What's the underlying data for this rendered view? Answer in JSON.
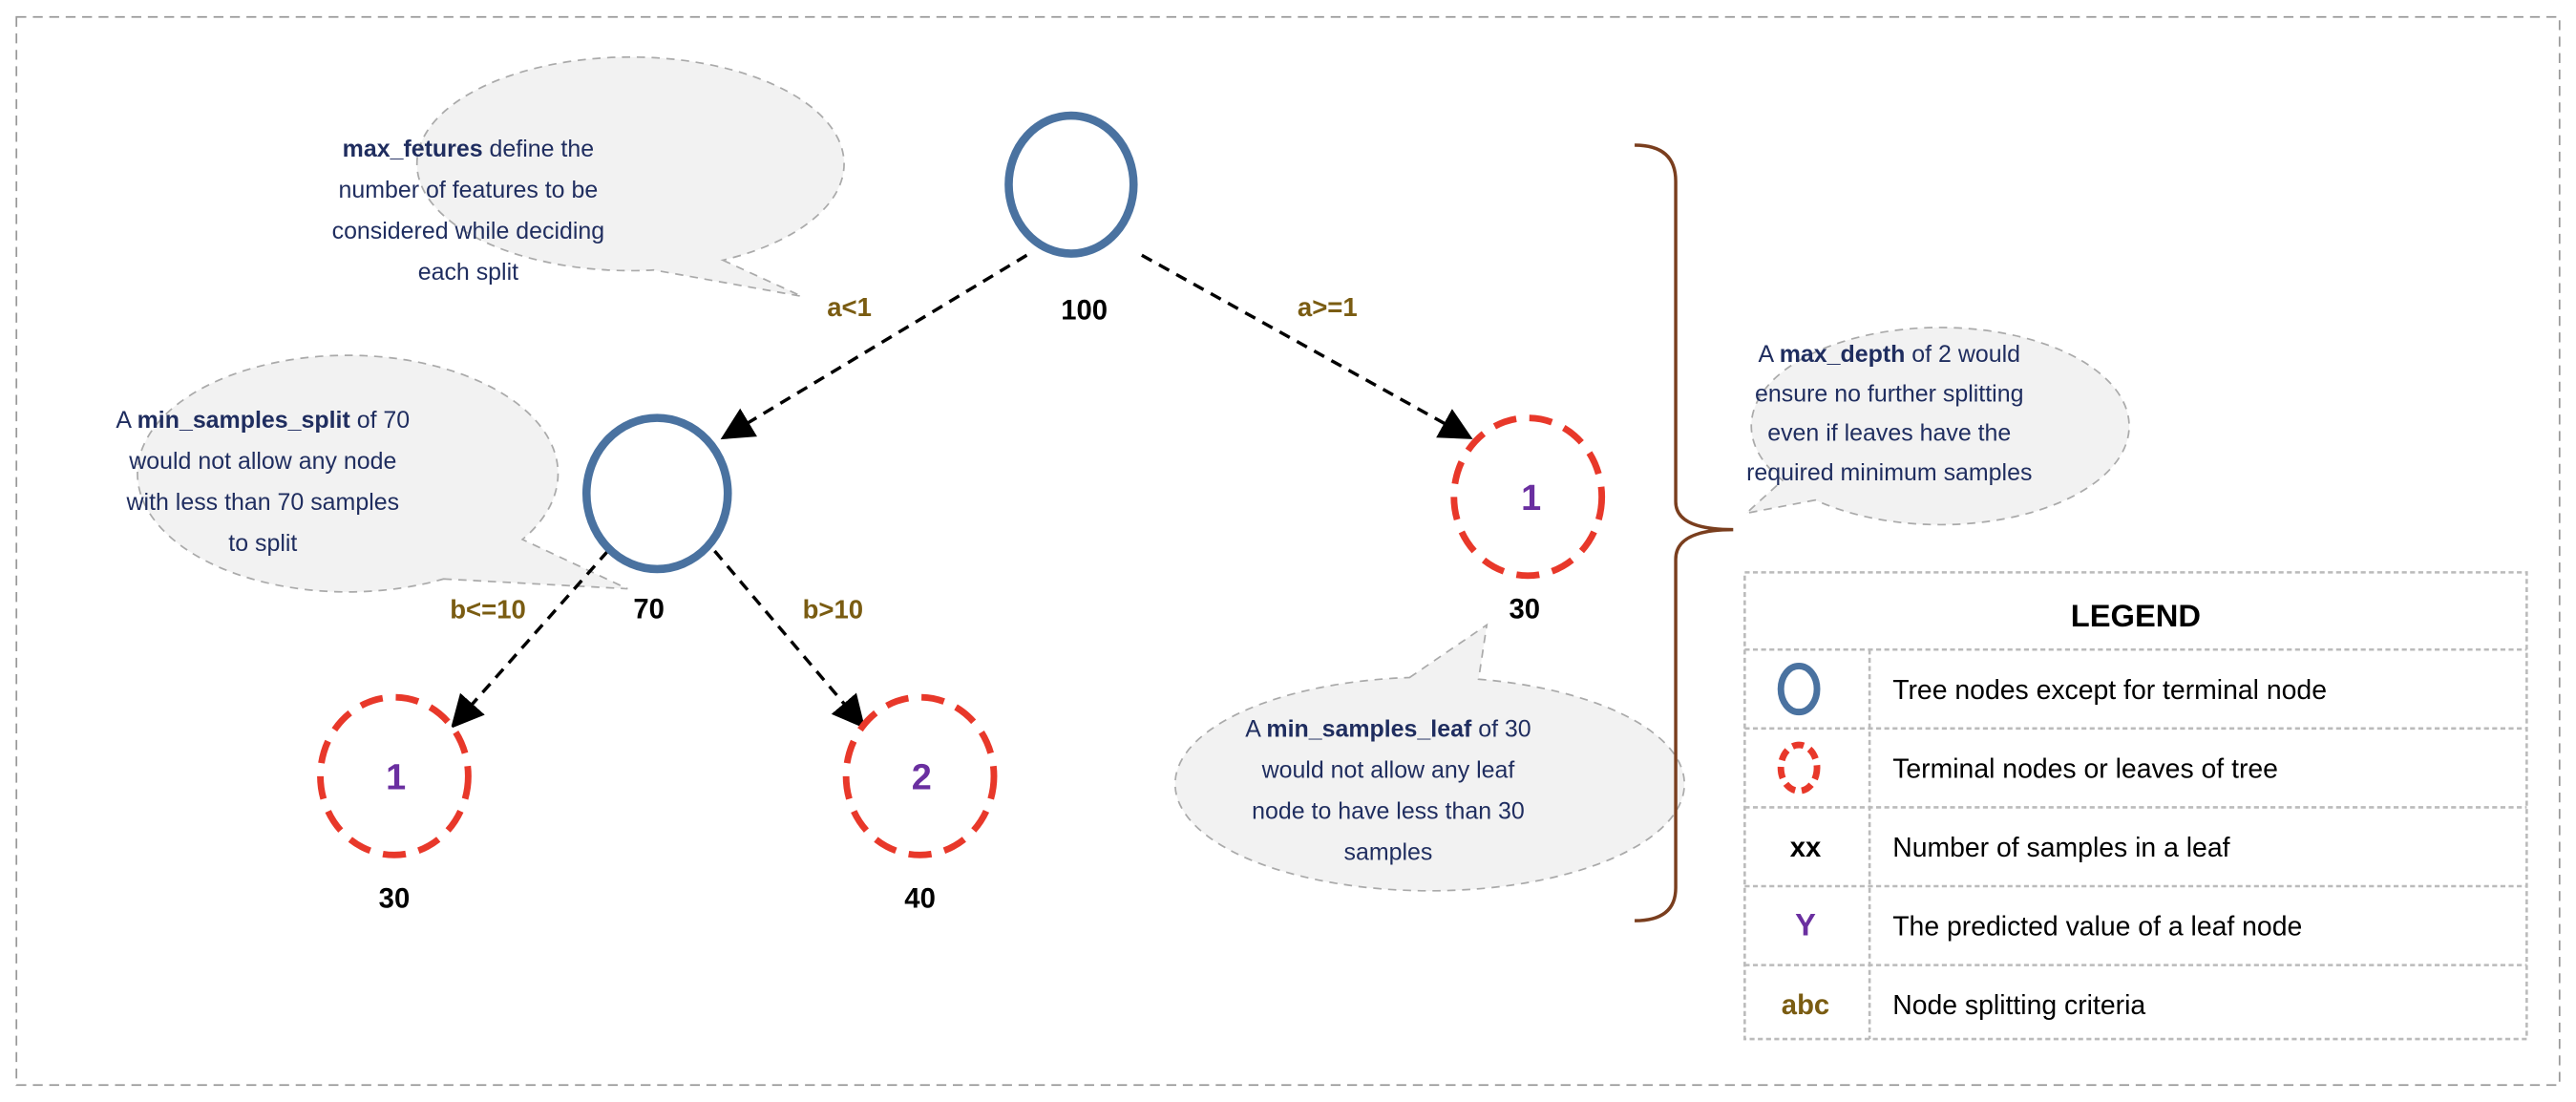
{
  "tree": {
    "root": {
      "samples": "100"
    },
    "left": {
      "samples": "70"
    },
    "right_leaf": {
      "prediction": "1",
      "samples": "30"
    },
    "left_left_leaf": {
      "prediction": "1",
      "samples": "30"
    },
    "left_right_leaf": {
      "prediction": "2",
      "samples": "40"
    },
    "criteria": {
      "root_left": "a<1",
      "root_right": "a>=1",
      "left_left": "b<=10",
      "left_right": "b>10"
    }
  },
  "callouts": {
    "max_features": {
      "bold": "max_fetures",
      "rest": " define the",
      "lines": [
        "number of features to be",
        "considered while deciding",
        "each split"
      ]
    },
    "min_samples_split": {
      "pre": "A ",
      "bold": "min_samples_split",
      "rest": " of 70",
      "lines": [
        "would not allow any node",
        "with less than 70 samples",
        "to split"
      ]
    },
    "min_samples_leaf": {
      "pre": "A ",
      "bold": "min_samples_leaf",
      "rest": " of 30",
      "lines": [
        "would not allow any leaf",
        "node to have less than 30",
        "samples"
      ]
    },
    "max_depth": {
      "pre": "A ",
      "bold": "max_depth",
      "rest": " of 2 would",
      "lines": [
        "ensure no further splitting",
        "even if leaves have the",
        "required minimum samples"
      ]
    }
  },
  "legend": {
    "title": "LEGEND",
    "rows": [
      {
        "symbol": "",
        "label": "Tree nodes except for terminal node"
      },
      {
        "symbol": "",
        "label": "Terminal nodes or leaves of tree"
      },
      {
        "symbol": "xx",
        "label": "Number of samples in a leaf"
      },
      {
        "symbol": "Y",
        "label": "The predicted value of a leaf node"
      },
      {
        "symbol": "abc",
        "label": "Node splitting criteria"
      }
    ]
  },
  "colors": {
    "node": "#4a72a0",
    "leaf": "#e8382a",
    "prediction": "#6a2fa0",
    "criteria": "#7a5c12",
    "callout_text": "#1f2d5f",
    "brace": "#7a3e1e"
  }
}
